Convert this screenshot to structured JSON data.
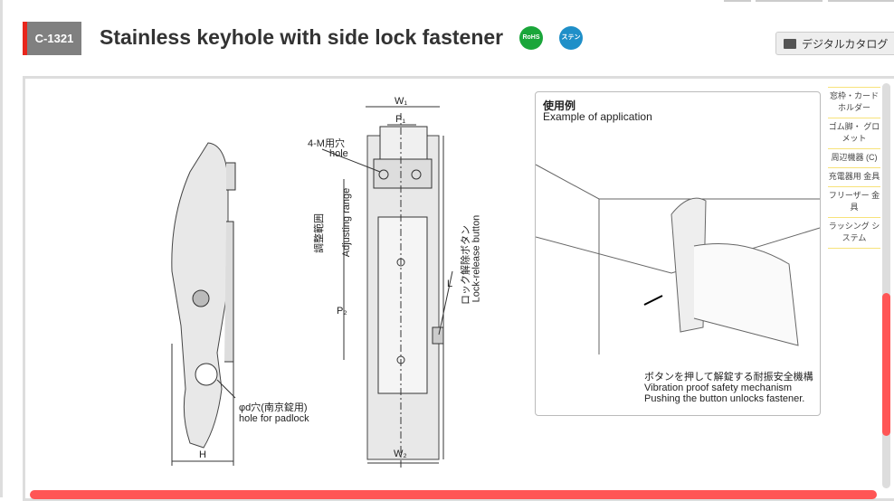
{
  "header": {
    "code": "C-1321",
    "title": "Stainless keyhole with side lock fastener",
    "badges": [
      "RoHS",
      "ステンレス"
    ],
    "catalog_button": "デジタルカタログ",
    "colors": {
      "accent": "#e8261c",
      "rohs": "#1aa63a",
      "stainless": "#1f8fc8"
    }
  },
  "drawing": {
    "w1": "W₁",
    "p1": "P₁",
    "hole_jp": "4-M用穴",
    "hole_en": "hole",
    "adjust_jp": "調整範囲",
    "adjust_en": "Adjusting range",
    "p2": "P₂",
    "l": "L",
    "lock_jp": "ロック解除ボタン",
    "lock_en": "Lock-release button",
    "padlock_jp": "φd穴(南京錠用)",
    "padlock_en": "hole for padlock",
    "h": "H",
    "w2": "W₂"
  },
  "example": {
    "title_jp": "使用例",
    "title_en": "Example of application",
    "caption_jp": "ボタンを押して解錠する耐振安全機構",
    "caption_en1": "Vibration proof safety mechanism",
    "caption_en2": "Pushing the button unlocks fastener."
  },
  "sidebar": {
    "items": [
      "窓枠・カード ホルダー",
      "ゴム脚・ グロメット",
      "周辺機器 (C)",
      "充電器用 金具",
      "フリーザー 金具",
      "ラッシング システム"
    ]
  }
}
